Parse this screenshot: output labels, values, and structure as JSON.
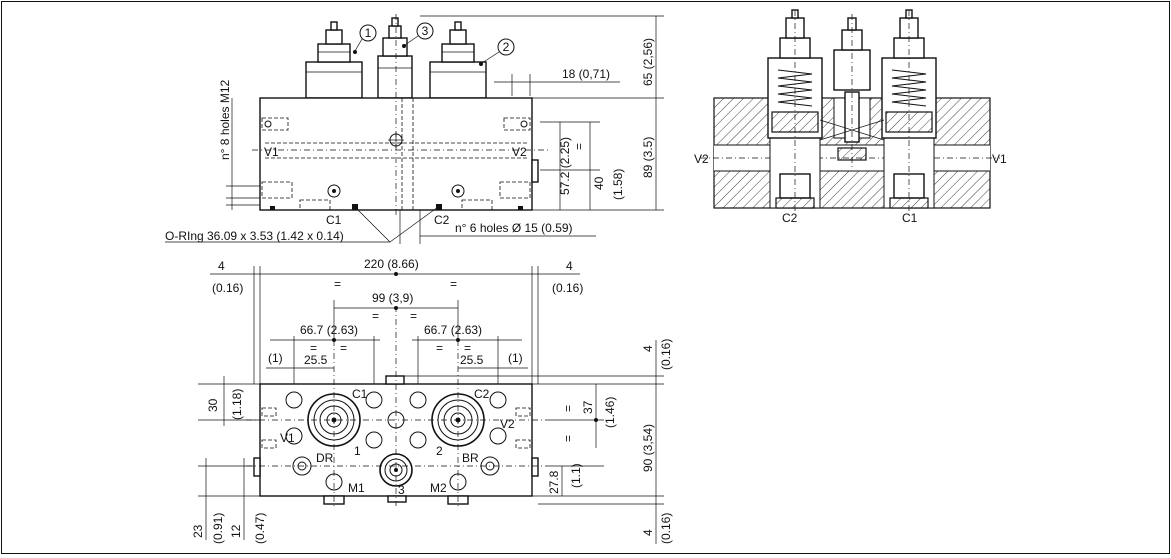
{
  "front_view": {
    "balloons": [
      "1",
      "3",
      "2"
    ],
    "port_left": "V1",
    "port_right": "V2",
    "port_c1": "C1",
    "port_c2": "C2",
    "holes_label": "n° 8 holes M12",
    "oring_label": "O-RIng 36.09 x 3.53 (1.42 x 0.14)",
    "bottom_holes_label": "n° 6 holes Ø 15 (0.59)",
    "dim_18": "18 (0,71)",
    "dim_65": "65 (2,56)",
    "dim_89": "89 (3.5)",
    "dim_57": "57.2 (2.25)",
    "dim_40": "40",
    "dim_158": "(1.58)",
    "eq": "="
  },
  "section_view": {
    "port_v2": "V2",
    "port_v1": "V1",
    "port_c2": "C2",
    "port_c1": "C1"
  },
  "top_view": {
    "dim_220": "220 (8.66)",
    "dim_4_left": "4",
    "dim_016_left": "(0.16)",
    "dim_4_right": "4",
    "dim_016_right": "(0.16)",
    "dim_99": "99 (3,9)",
    "dim_667_left": "66.7 (2.63)",
    "dim_667_right": "66.7 (2.63)",
    "dim_1_left": "(1)",
    "dim_1_right": "(1)",
    "dim_255_left": "25.5",
    "dim_255_right": "25.5",
    "dim_30": "30",
    "dim_118": "(1.18)",
    "dim_37": "37",
    "dim_146": "(1.46)",
    "dim_90": "90 (3,54)",
    "dim_278": "27.8",
    "dim_11": "(1.1)",
    "dim_4_top": "4",
    "dim_016_top": "(0.16)",
    "dim_4_bot": "4",
    "dim_016_bot": "(0.16)",
    "dim_23": "23",
    "dim_091": "(0.91)",
    "dim_12": "12",
    "dim_047": "(0.47)",
    "port_c1": "C1",
    "port_c2": "C2",
    "port_v1": "V1",
    "port_v2": "V2",
    "port_dr": "DR",
    "port_br": "BR",
    "port_m1": "M1",
    "port_m2": "M2",
    "num_1": "1",
    "num_2": "2",
    "num_3": "3",
    "eq": "="
  }
}
